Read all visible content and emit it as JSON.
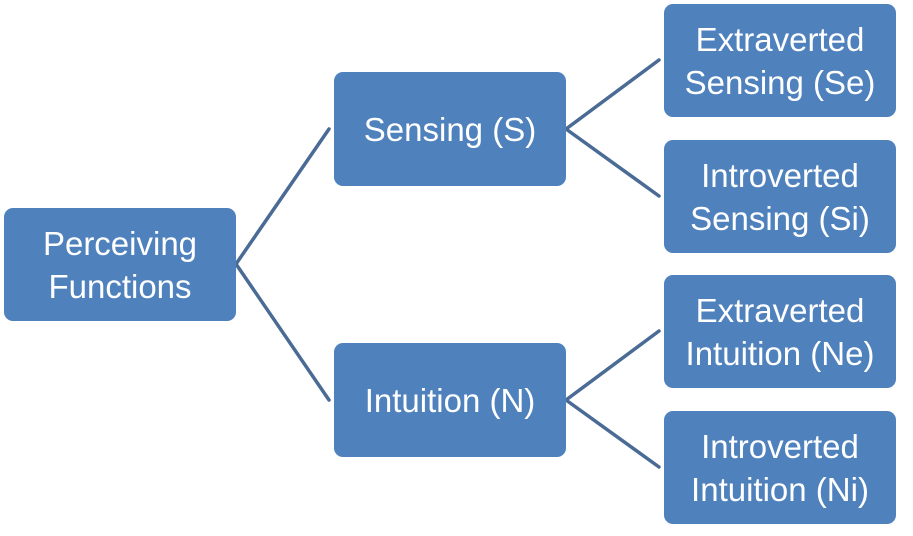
{
  "root": {
    "line1": "Perceiving",
    "line2": "Functions"
  },
  "sensing": {
    "label": "Sensing (S)",
    "children": [
      {
        "line1": "Extraverted",
        "line2": "Sensing (Se)"
      },
      {
        "line1": "Introverted",
        "line2": "Sensing (Si)"
      }
    ]
  },
  "intuition": {
    "label": "Intuition (N)",
    "children": [
      {
        "line1": "Extraverted",
        "line2": "Intuition (Ne)"
      },
      {
        "line1": "Introverted",
        "line2": "Intuition (Ni)"
      }
    ]
  },
  "colors": {
    "node_fill": "#4f81bd",
    "connector": "#4a6b95",
    "text": "#ffffff"
  }
}
